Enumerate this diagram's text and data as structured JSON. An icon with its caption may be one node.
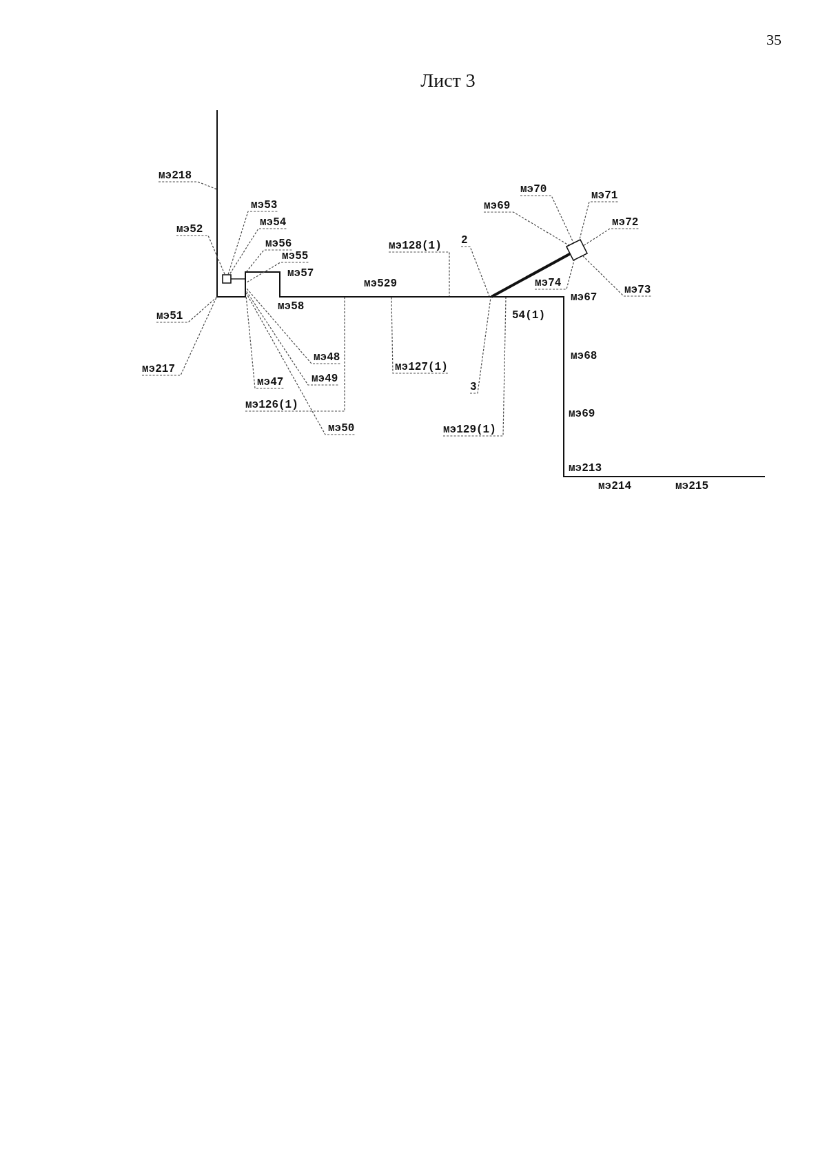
{
  "diagram": {
    "title": "Лист 3",
    "nodes": [
      {
        "text": [
          "мэ218"
        ]
      },
      {
        "text": [
          "мэ70"
        ]
      },
      {
        "text": [
          "мэ71"
        ]
      },
      {
        "text": [
          "мэ53"
        ]
      },
      {
        "text": [
          "мэ69"
        ]
      },
      {
        "text": [
          "мэ54"
        ]
      },
      {
        "text": [
          "мэ72"
        ]
      },
      {
        "text": [
          "мэ52"
        ]
      },
      {
        "text": [
          "2"
        ]
      },
      {
        "text": [
          "мэ56"
        ]
      },
      {
        "text": [
          "мэ128(1)"
        ]
      },
      {
        "text": [],
        "shape": "box"
      },
      {
        "text": [
          "мэ55"
        ]
      },
      {
        "text": [],
        "shape": "box"
      },
      {
        "text": [
          "мэ74"
        ]
      },
      {
        "text": [
          "мэ73"
        ]
      },
      {
        "text": [
          "мэ51"
        ]
      },
      {
        "text": [
          "мэ127(1)"
        ]
      },
      {
        "text": [
          "мэ48"
        ]
      },
      {
        "text": [
          "мэ217"
        ]
      },
      {
        "text": [
          "мэ49"
        ]
      },
      {
        "text": [
          "мэ47"
        ]
      },
      {
        "text": [
          "3"
        ]
      },
      {
        "text": [
          "мэ126(1)"
        ]
      },
      {
        "text": [
          "мэ129(1)"
        ]
      },
      {
        "text": [
          "мэ50"
        ]
      }
    ],
    "edges": [
      {
        "from": 0,
        "to": null,
        "arrow": "none",
        "style": "dashed"
      },
      {
        "from": 1,
        "to": 11,
        "arrow": "none",
        "style": "dashed"
      },
      {
        "from": 2,
        "to": 11,
        "arrow": "none",
        "style": "dashed"
      },
      {
        "from": 3,
        "to": 13,
        "arrow": "none",
        "style": "dashed"
      },
      {
        "from": 4,
        "to": 11,
        "arrow": "none",
        "style": "dashed"
      },
      {
        "from": 5,
        "to": 13,
        "arrow": "none",
        "style": "dashed"
      },
      {
        "from": 6,
        "to": 11,
        "arrow": "none",
        "style": "dashed"
      },
      {
        "from": 7,
        "to": 13,
        "arrow": "none",
        "style": "dashed"
      },
      {
        "from": 8,
        "to": null,
        "arrow": "none",
        "style": "dashed"
      },
      {
        "from": 9,
        "to": null,
        "arrow": "none",
        "style": "dashed"
      },
      {
        "from": 10,
        "to": null,
        "arrow": "none",
        "style": "dashed"
      },
      {
        "from": 12,
        "to": null,
        "arrow": "none",
        "style": "dashed"
      },
      {
        "from": 14,
        "to": 11,
        "arrow": "none",
        "style": "dashed"
      },
      {
        "from": 15,
        "to": 11,
        "arrow": "none",
        "style": "dashed"
      },
      {
        "from": 16,
        "to": null,
        "arrow": "none",
        "style": "dashed"
      },
      {
        "from": 17,
        "to": null,
        "arrow": "none",
        "style": "dashed"
      },
      {
        "from": 18,
        "to": null,
        "arrow": "none",
        "style": "dashed"
      },
      {
        "from": 19,
        "to": null,
        "arrow": "none",
        "style": "dashed"
      },
      {
        "from": 20,
        "to": null,
        "arrow": "none",
        "style": "dashed"
      },
      {
        "from": 21,
        "to": null,
        "arrow": "none",
        "style": "dashed"
      },
      {
        "from": 22,
        "to": null,
        "arrow": "none",
        "style": "dashed"
      },
      {
        "from": 23,
        "to": null,
        "arrow": "none",
        "style": "dashed"
      },
      {
        "from": 24,
        "to": null,
        "arrow": "none",
        "style": "dashed"
      },
      {
        "from": 25,
        "to": null,
        "arrow": "none",
        "style": "dashed"
      },
      {
        "from": null,
        "to": 11,
        "arrow": "none",
        "style": "thick"
      },
      {
        "from": 13,
        "to": null,
        "arrow": "none"
      }
    ],
    "labels": [
      "35",
      "мэ57",
      "мэ529",
      "мэ67",
      "мэ58",
      "54(1)",
      "мэ68",
      "мэ69",
      "мэ213",
      "мэ214",
      "мэ215"
    ]
  }
}
